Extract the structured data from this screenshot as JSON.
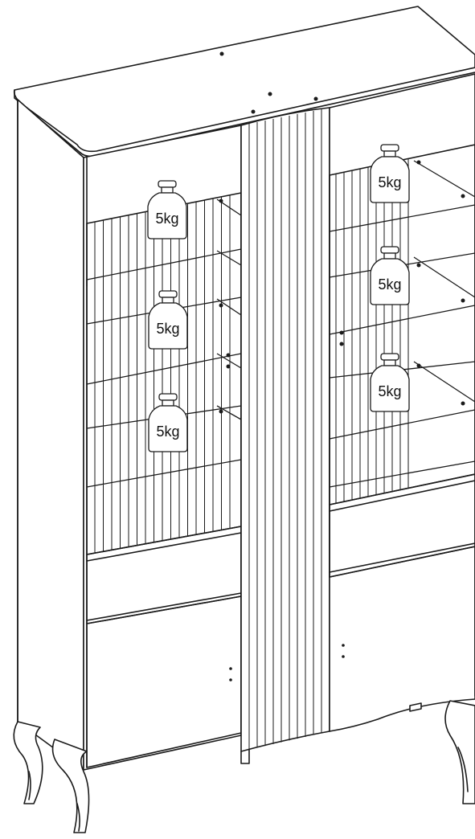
{
  "weights": {
    "left_top": "5kg",
    "left_middle": "5kg",
    "left_bottom": "5kg",
    "right_top": "5kg",
    "right_middle": "5kg",
    "right_bottom": "5kg"
  }
}
